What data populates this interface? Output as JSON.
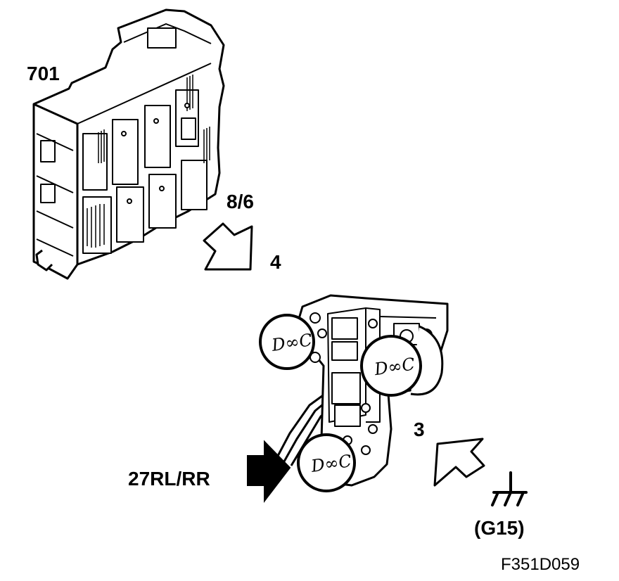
{
  "labels": {
    "component": "701",
    "connector": "8/6",
    "step_4": "4",
    "step_3": "3",
    "wiring": "27RL/RR",
    "ground": "(G15)",
    "figure_code": "F351D059"
  },
  "bulbs": [
    {
      "text": "D∞C"
    },
    {
      "text": "D∞C"
    },
    {
      "text": "D∞C"
    }
  ],
  "colors": {
    "ink": "#000000",
    "paper": "#ffffff"
  }
}
